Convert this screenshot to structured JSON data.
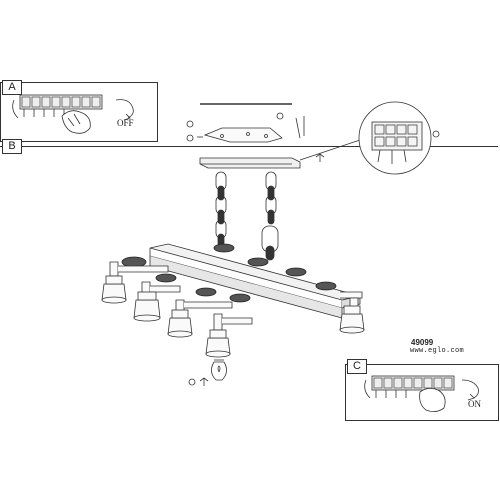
{
  "panels": {
    "a": {
      "letter": "A",
      "switch_state": "OFF"
    },
    "b": {
      "letter": "B"
    },
    "c": {
      "letter": "C",
      "switch_state": "ON"
    }
  },
  "product": {
    "model": "49099",
    "website": "www.eglo.com"
  }
}
